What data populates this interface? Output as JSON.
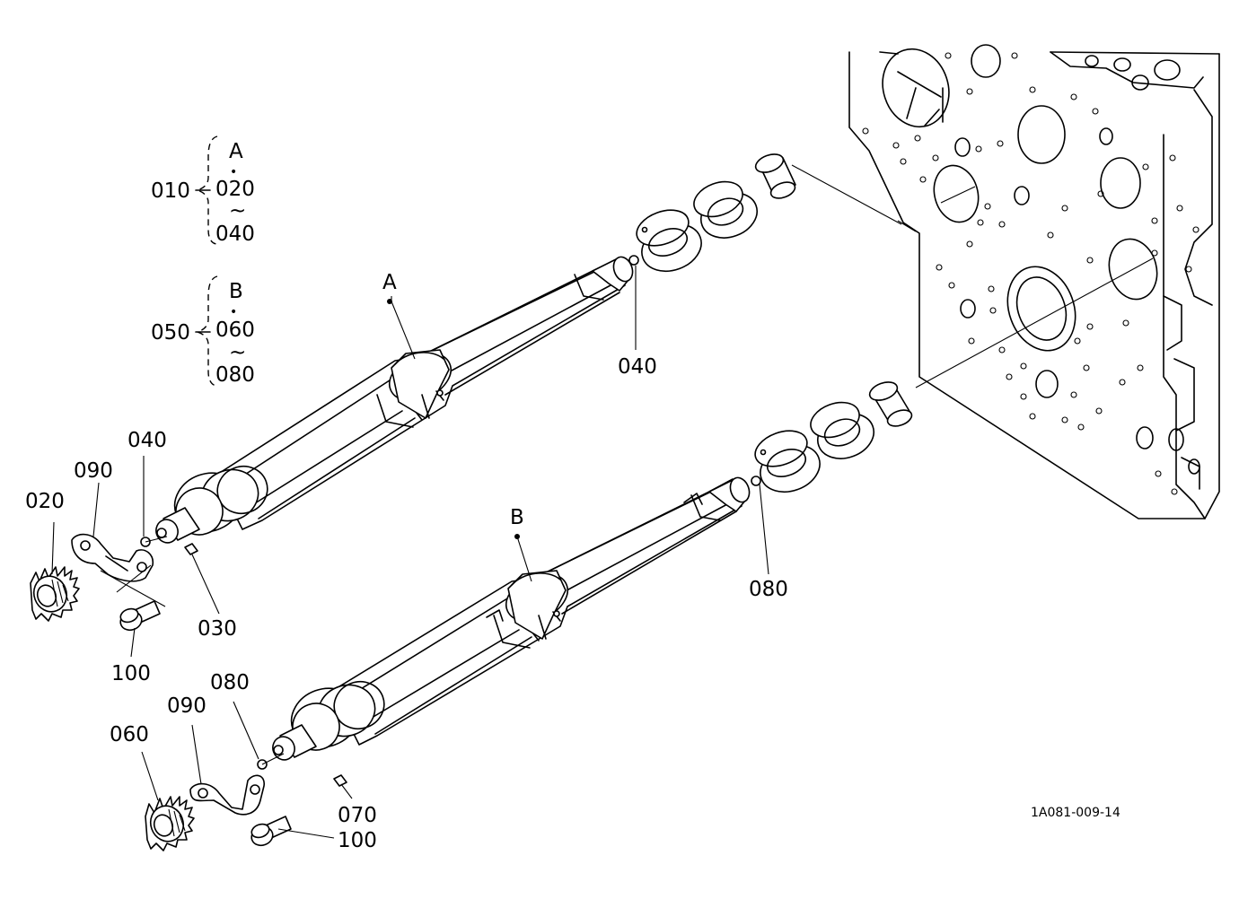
{
  "figure_ref": "1A081-009-14",
  "legend": [
    {
      "assembly": "010",
      "shaft": "A",
      "dot": "•",
      "from": "020",
      "tilde": "~",
      "to": "040"
    },
    {
      "assembly": "050",
      "shaft": "B",
      "dot": "•",
      "from": "060",
      "tilde": "~",
      "to": "080"
    }
  ],
  "shaft_markers": {
    "a": "A",
    "b": "B"
  },
  "callouts": {
    "p020": "020",
    "p090_a": "090",
    "p040_a": "040",
    "p030": "030",
    "p100_a": "100",
    "p040_b": "040",
    "p060": "060",
    "p090_b": "090",
    "p080_a": "080",
    "p070": "070",
    "p100_b": "100",
    "p080_b": "080"
  }
}
